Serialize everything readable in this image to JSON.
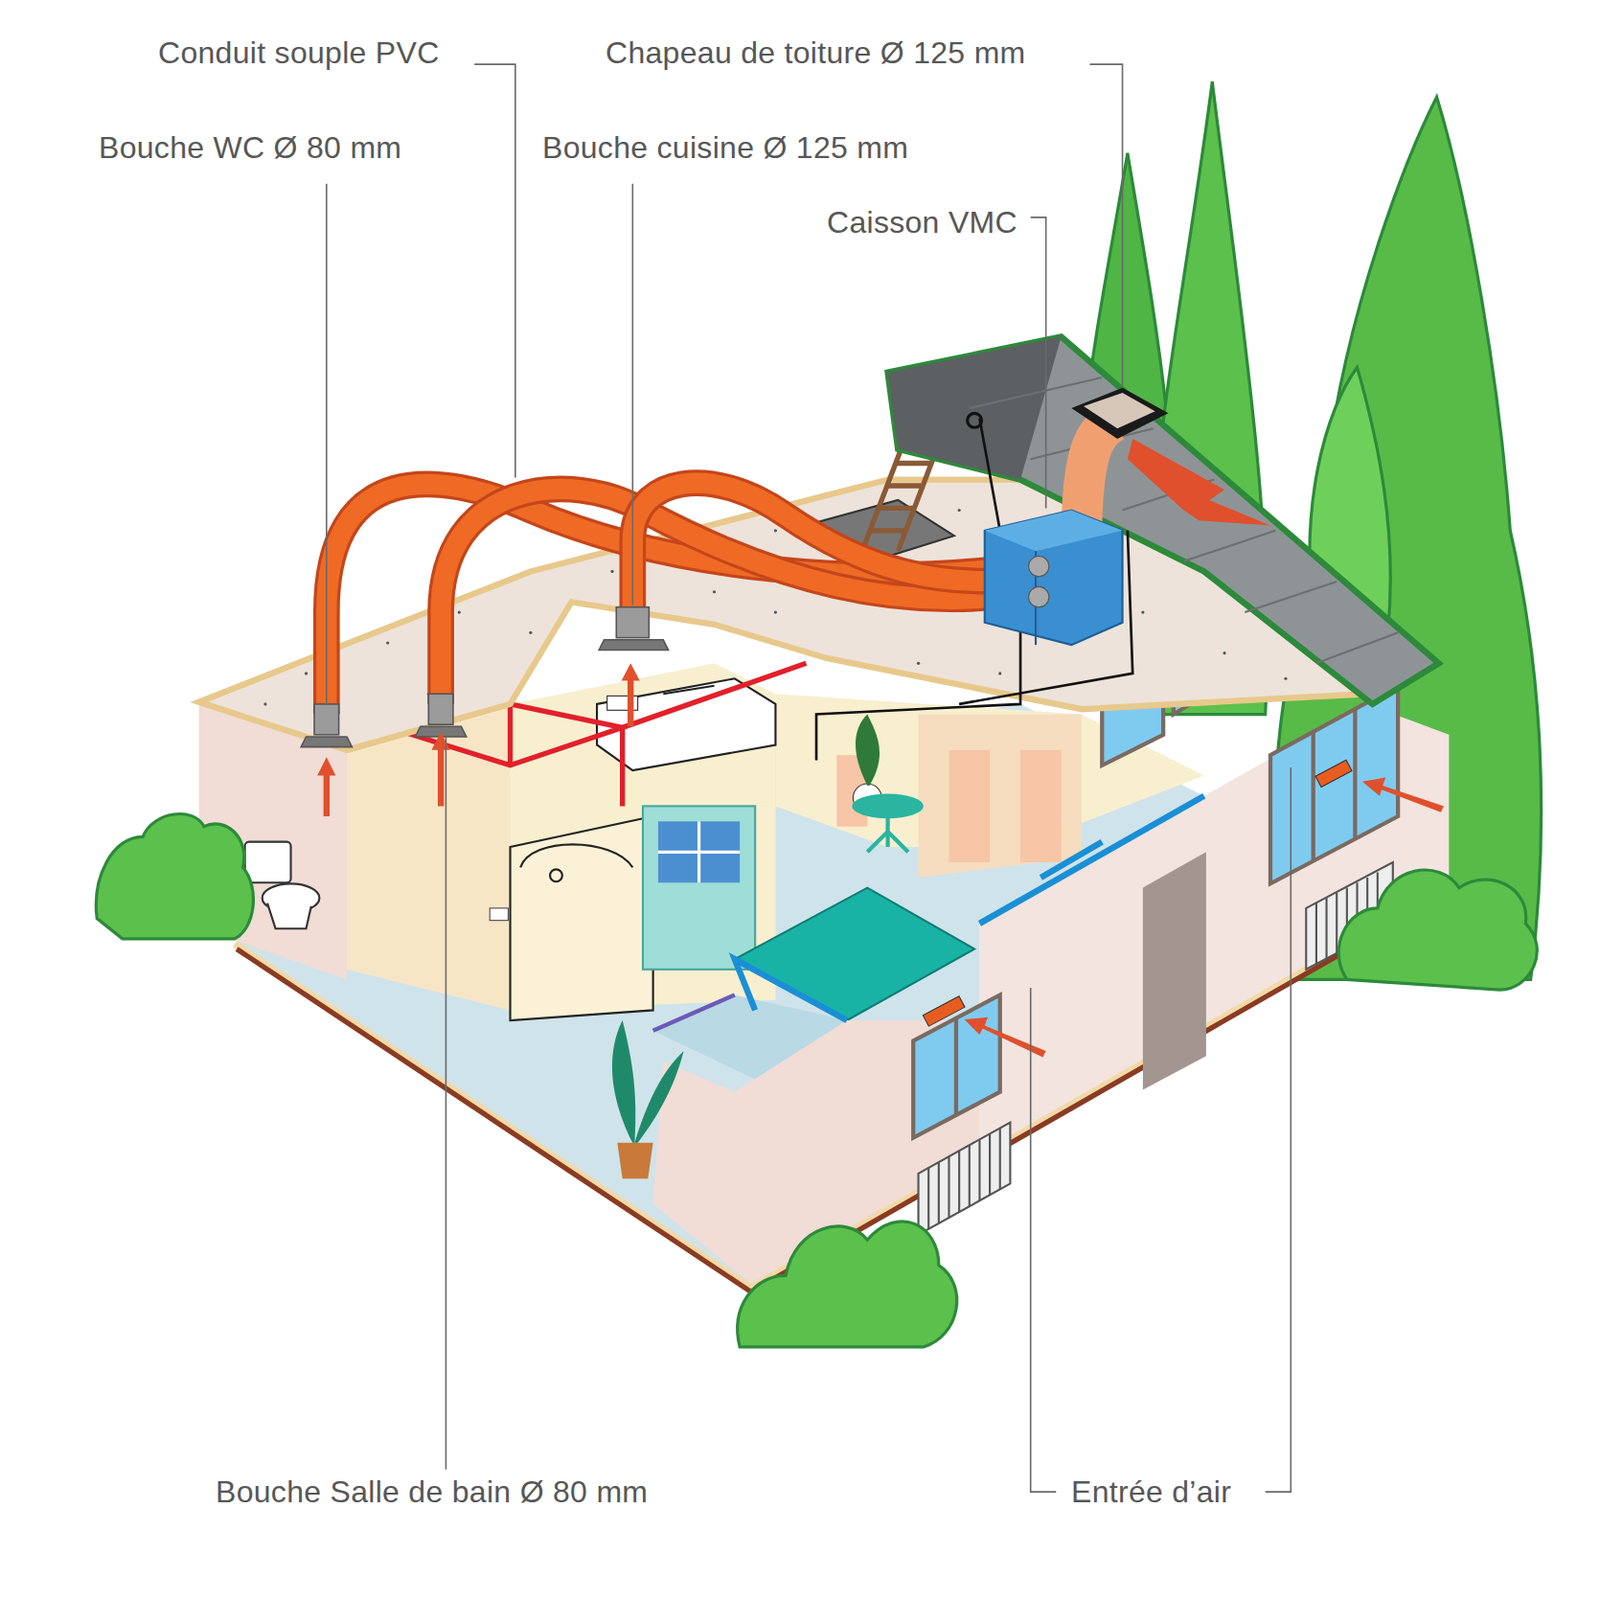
{
  "diagram": {
    "labels": [
      "Conduit souple PVC",
      "Chapeau de toiture Ø 125 mm",
      "Bouche WC Ø 80 mm",
      "Bouche cuisine Ø 125 mm",
      "Caisson VMC",
      "Bouche Salle de bain Ø 80 mm",
      "Entrée d’air"
    ]
  }
}
